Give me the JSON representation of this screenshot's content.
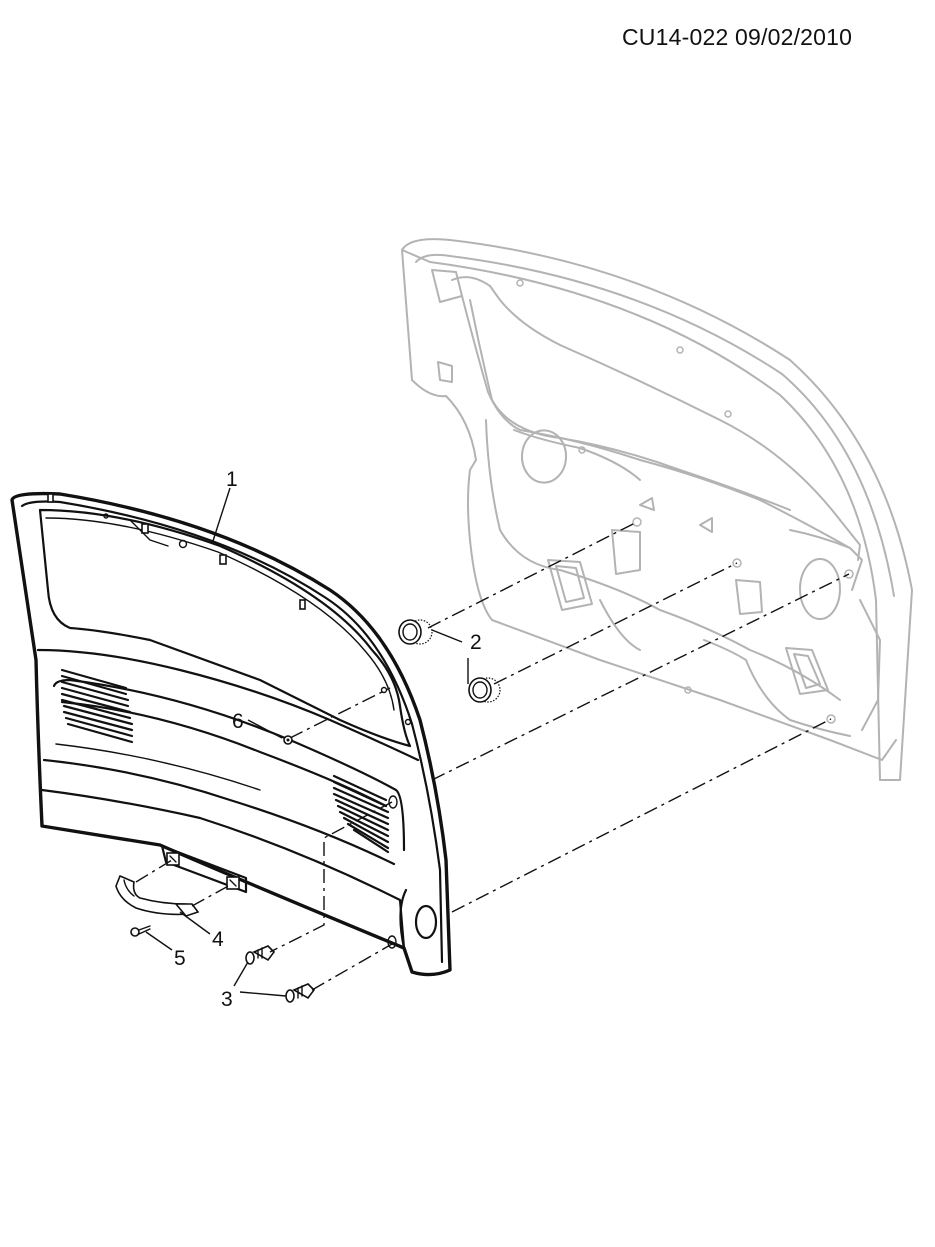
{
  "header": {
    "reference": "CU14-022 09/02/2010"
  },
  "callouts": [
    {
      "id": "c1",
      "label": "1"
    },
    {
      "id": "c2",
      "label": "2"
    },
    {
      "id": "c3",
      "label": "3"
    },
    {
      "id": "c4",
      "label": "4"
    },
    {
      "id": "c5",
      "label": "5"
    },
    {
      "id": "c6",
      "label": "6"
    }
  ]
}
